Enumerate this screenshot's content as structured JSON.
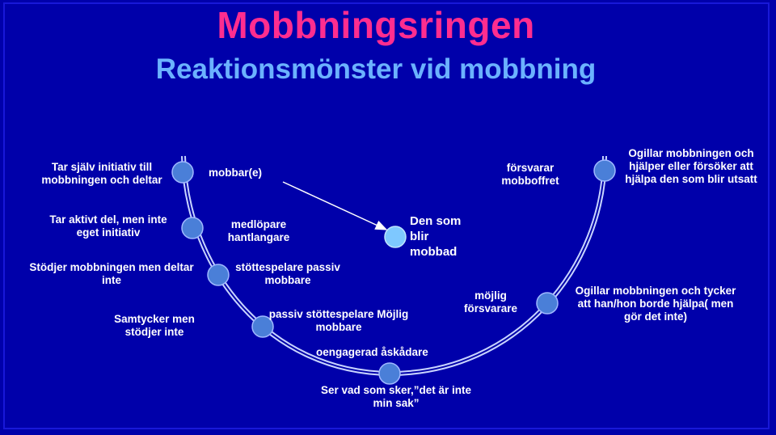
{
  "title": "Mobbningsringen",
  "subtitle": "Reaktionsmönster vid mobbning",
  "victim": {
    "line1": "Den som",
    "line2": "blir",
    "line3": "mobbad"
  },
  "roles": {
    "r1": "mobbar(e)",
    "r2": "medlöpare hantlangare",
    "r3": "stöttespelare passiv mobbare",
    "r4": "passiv stöttespelare Möjlig mobbare",
    "r5": "oengagerad åskådare",
    "r6": "möjlig försvarare",
    "r7": "försvarar mobboffret"
  },
  "descriptions": {
    "d1": "Tar själv initiativ till mobbningen och deltar",
    "d2": "Tar aktivt del, men inte eget initiativ",
    "d3": "Stödjer mobbningen men deltar inte",
    "d4": "Samtycker men stödjer inte",
    "d5": "Ser vad som sker,”det är inte min sak”",
    "d6": "Ogillar mobbningen och tycker att han/hon borde hjälpa( men gör det inte)",
    "d7": "Ogillar mobbningen och hjälper eller försöker att hjälpa den som blir utsatt"
  },
  "colors": {
    "background": "#0000aa",
    "title": "#ff2d8f",
    "subtitle": "#6bb2ff",
    "node": "#4a7fd8",
    "victim_node": "#7ec8ff"
  }
}
